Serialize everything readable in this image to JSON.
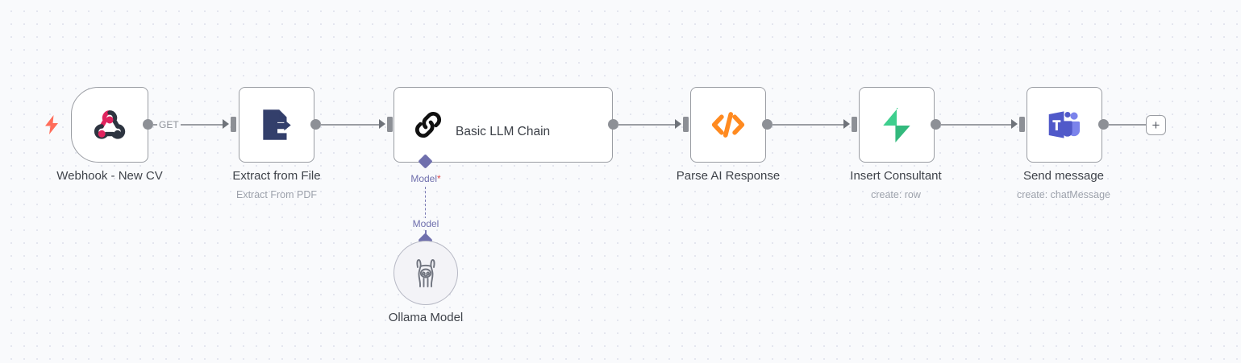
{
  "canvas": {
    "background_color": "#f9fafc",
    "grid_dot_color": "#e4e6ef"
  },
  "trigger": {
    "icon": "lightning-bolt-icon",
    "color": "#ff6d5a"
  },
  "nodes": [
    {
      "id": "webhook",
      "name": "Webhook - New CV",
      "subtitle": "",
      "icon": "webhook-icon",
      "icon_colors": [
        "#e0245e",
        "#2d3440"
      ],
      "shape": "trigger",
      "output_label": "GET"
    },
    {
      "id": "extract-from-file",
      "name": "Extract from File",
      "subtitle": "Extract From PDF",
      "icon": "file-extract-icon",
      "icon_colors": [
        "#333f6b"
      ],
      "shape": "square",
      "output_label": ""
    },
    {
      "id": "basic-llm-chain",
      "name": "Basic LLM Chain",
      "subtitle": "",
      "inner_label": "Basic LLM Chain",
      "icon": "chain-link-icon",
      "icon_colors": [
        "#1a1a1a"
      ],
      "shape": "wide",
      "output_label": ""
    },
    {
      "id": "parse-ai-response",
      "name": "Parse AI Response",
      "subtitle": "",
      "icon": "code-brackets-icon",
      "icon_colors": [
        "#ff8a20"
      ],
      "shape": "square",
      "output_label": ""
    },
    {
      "id": "insert-consultant",
      "name": "Insert Consultant",
      "subtitle": "create: row",
      "icon": "supabase-bolt-icon",
      "icon_colors": [
        "#3ecf8e",
        "#2aa86f"
      ],
      "shape": "square",
      "output_label": ""
    },
    {
      "id": "send-message",
      "name": "Send message",
      "subtitle": "create: chatMessage",
      "icon": "microsoft-teams-icon",
      "icon_colors": [
        "#5059c9",
        "#7b83eb",
        "#ffffff"
      ],
      "shape": "square",
      "output_label": ""
    }
  ],
  "sub_node": {
    "id": "ollama-model",
    "name": "Ollama Model",
    "icon": "llama-icon",
    "connection_port_label": "Model",
    "connection_port_label_required_marker": "*",
    "connection_endpoint_label": "Model",
    "accent_color": "#6f6fad"
  },
  "add_button": {
    "label": "+",
    "name": "add-node-button"
  }
}
